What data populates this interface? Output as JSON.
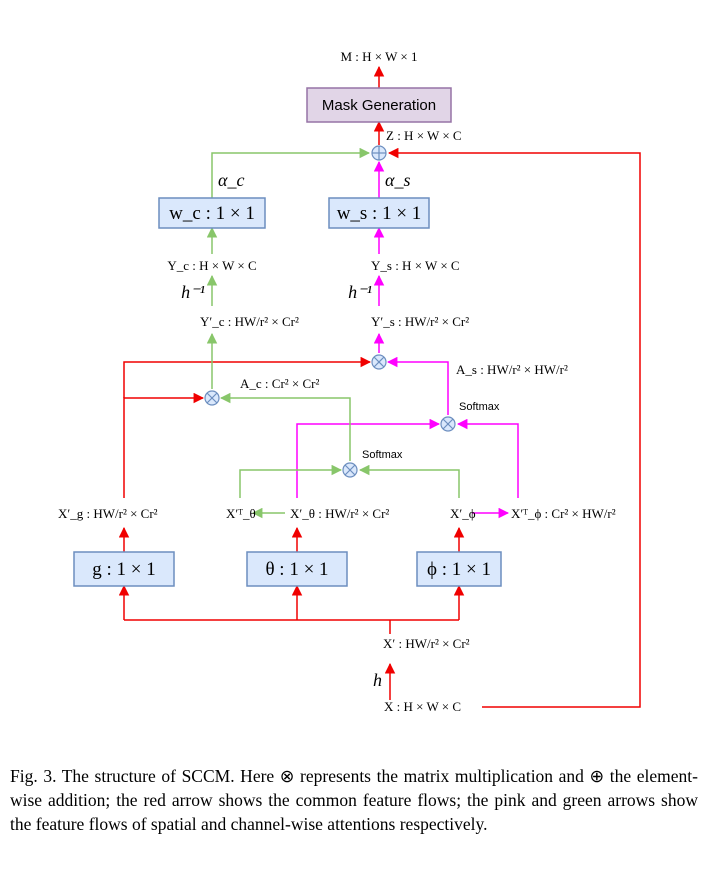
{
  "colors": {
    "common": "#f00000",
    "spatial": "#ff00ff",
    "channel": "#88c66a",
    "box_fill": "#dae8fc",
    "box_stroke": "#6c8ebf",
    "mask_fill": "#e1d5e7",
    "mask_stroke": "#9673a6",
    "op_fill": "#dae8fc",
    "op_stroke": "#6c8ebf"
  },
  "nodes": {
    "mask_generation": "Mask Generation",
    "box_wc": "w_c : 1 × 1",
    "box_ws": "w_s : 1 × 1",
    "box_g": "g : 1 × 1",
    "box_theta": "θ : 1 × 1",
    "box_phi": "ϕ : 1 × 1"
  },
  "labels": {
    "m": "M : H × W × 1",
    "z": "Z : H × W × C",
    "alpha_c": "α_c",
    "alpha_s": "α_s",
    "y_c": "Y_c : H × W × C",
    "y_s": "Y_s : H × W × C",
    "h_inv_left": "h⁻¹",
    "h_inv_right": "h⁻¹",
    "y_c_prime": "Y′_c : HW/r² × Cr²",
    "y_s_prime": "Y′_s : HW/r² × Cr²",
    "a_c": "A_c : Cr² × Cr²",
    "a_s": "A_s : HW/r² × HW/r²",
    "softmax_right": "Softmax",
    "softmax_center": "Softmax",
    "x_g": "X′_g : HW/r² × Cr²",
    "x_theta_t": "X′ᵀ_θ",
    "x_theta": "X′_θ : HW/r² × Cr²",
    "x_phi": "X′_ϕ",
    "x_phi_t": "X′ᵀ_ϕ : Cr² × HW/r²",
    "x_prime": "X′ : HW/r² × Cr²",
    "h": "h",
    "x": "X : H × W × C"
  },
  "caption": "Fig. 3.  The structure of SCCM. Here ⊗ represents the matrix multiplication and ⊕ the element-wise addition; the red arrow shows the common feature flows; the pink and green arrows show the feature flows of spatial and channel-wise attentions respectively."
}
